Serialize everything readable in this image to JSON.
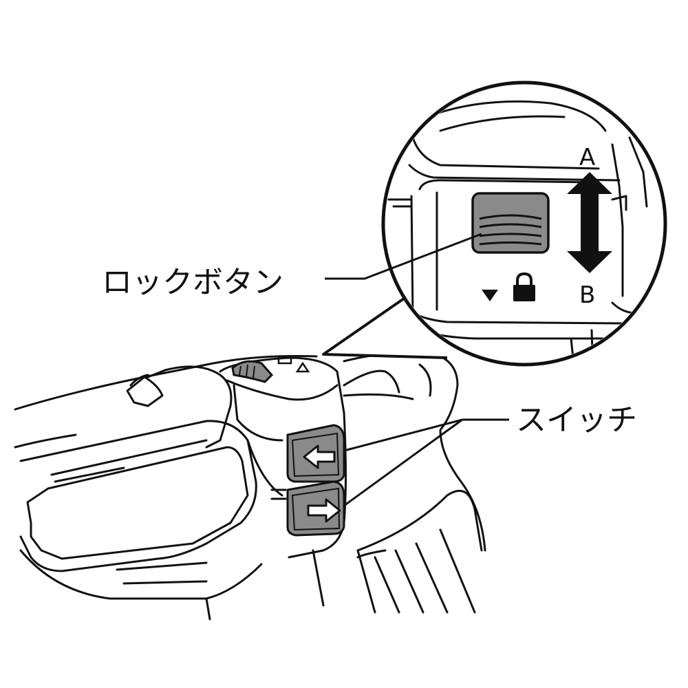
{
  "labels": {
    "lock_button": "ロックボタン",
    "switch": "スイッチ",
    "direction_a": "A",
    "direction_b": "B"
  },
  "icons": {
    "lock_symbol": "padlock-icon",
    "indicator": "triangle-down-icon",
    "reverse_arrow": "arrow-left-icon",
    "forward_arrow": "arrow-right-icon",
    "slide_arrow": "double-arrow-vertical-icon"
  },
  "colors": {
    "line": "#111111",
    "button_fill": "#8a8a8a",
    "background": "#ffffff"
  }
}
